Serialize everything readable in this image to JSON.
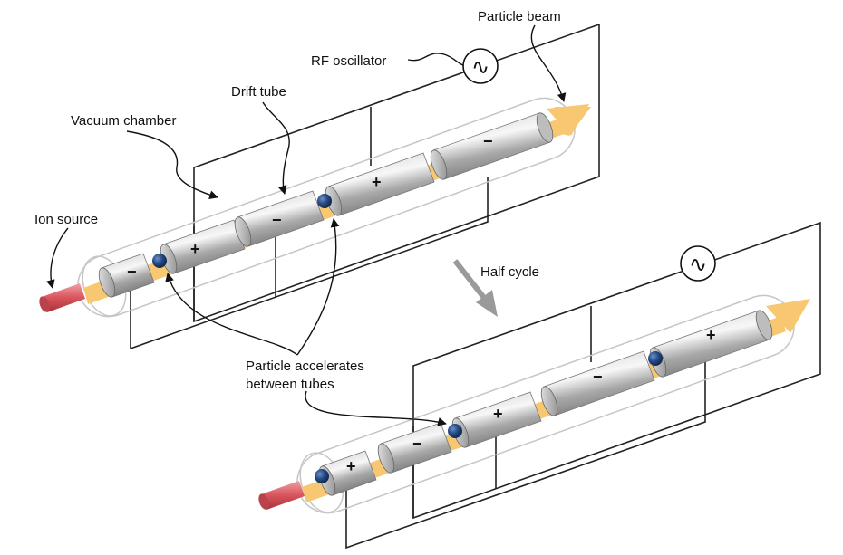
{
  "labels": {
    "particle_beam": "Particle beam",
    "rf_oscillator": "RF oscillator",
    "drift_tube": "Drift tube",
    "vacuum_chamber": "Vacuum chamber",
    "ion_source": "Ion source",
    "half_cycle": "Half cycle",
    "particle_accelerates_line1": "Particle accelerates",
    "particle_accelerates_line2": "between tubes"
  },
  "top_stage": {
    "tube_signs": [
      "−",
      "+",
      "−",
      "+",
      "−"
    ]
  },
  "bottom_stage": {
    "tube_signs": [
      "+",
      "−",
      "+",
      "−",
      "+"
    ]
  },
  "oscillator_symbol": "∿",
  "colors": {
    "beam": "#f8c771",
    "ion_source": "#d9545c",
    "tube": "#a8a8a8",
    "particle": "#1f3f73",
    "arrow_gray": "#9a9a9a"
  }
}
